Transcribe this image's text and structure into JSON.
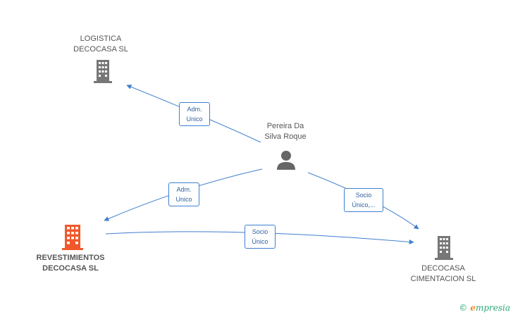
{
  "nodes": {
    "logistica": {
      "line1": "LOGISTICA",
      "line2": "DECOCASA SL"
    },
    "person": {
      "line1": "Pereira Da",
      "line2": "Silva Roque"
    },
    "revestimientos": {
      "line1": "REVESTIMIENTOS",
      "line2": "DECOCASA SL"
    },
    "cimentacion": {
      "line1": "DECOCASA",
      "line2": "CIMENTACION SL"
    }
  },
  "edges": {
    "person_logistica": {
      "line1": "Adm.",
      "line2": "Unico"
    },
    "person_revestimientos": {
      "line1": "Adm.",
      "line2": "Unico"
    },
    "person_cimentacion": {
      "line1": "Socio",
      "line2": "Único,..."
    },
    "revestimientos_cimentacion": {
      "line1": "Socio",
      "line2": "Único"
    }
  },
  "colors": {
    "edge": "#3f7fd0",
    "building": "#777777",
    "focus_building": "#f0582b",
    "person": "#666666"
  },
  "footer": {
    "copyright": "©",
    "brand_initial": "e",
    "brand_rest": "mpresia"
  }
}
